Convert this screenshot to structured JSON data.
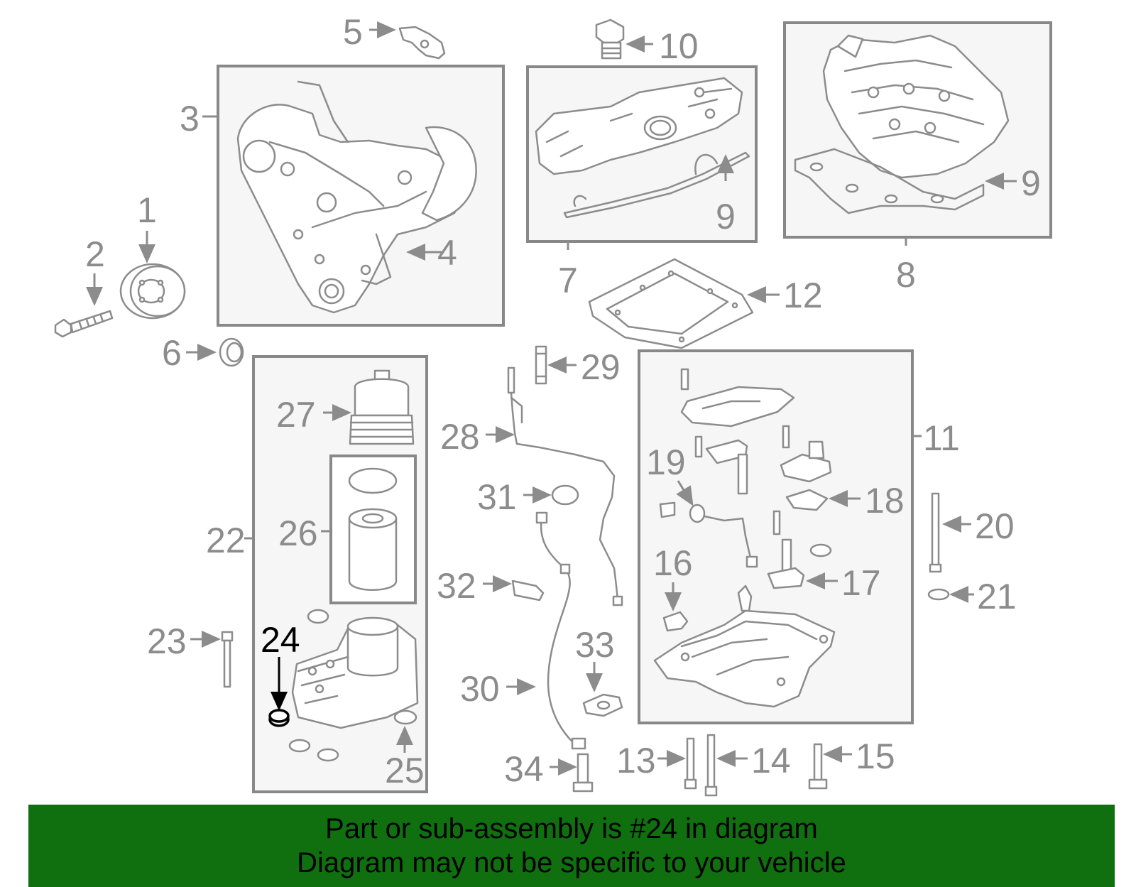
{
  "callouts": {
    "n1": "1",
    "n2": "2",
    "n3": "3",
    "n4": "4",
    "n5": "5",
    "n6": "6",
    "n7": "7",
    "n8": "8",
    "n9": "9",
    "n10": "10",
    "n11": "11",
    "n12": "12",
    "n13": "13",
    "n14": "14",
    "n15": "15",
    "n16": "16",
    "n17": "17",
    "n18": "18",
    "n19": "19",
    "n20": "20",
    "n21": "21",
    "n22": "22",
    "n23": "23",
    "n24": "24",
    "n25": "25",
    "n26": "26",
    "n27": "27",
    "n28": "28",
    "n29": "29",
    "n30": "30",
    "n31": "31",
    "n32": "32",
    "n33": "33",
    "n34": "34"
  },
  "highlighted_part": "24",
  "banner": {
    "line1": "Part or sub-assembly is #24 in diagram",
    "line2": "Diagram may not be specific to your vehicle",
    "color": "#107010"
  },
  "colors": {
    "line_art": "#8c8c8c",
    "highlight": "#000000",
    "frame_fill": "#f6f6f6"
  }
}
